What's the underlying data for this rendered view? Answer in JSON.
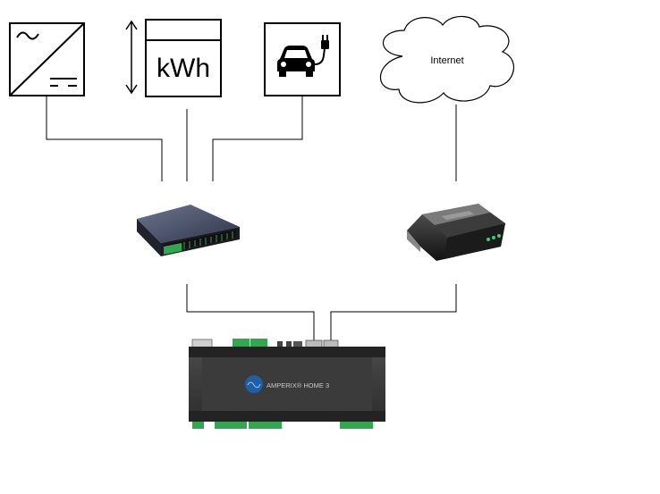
{
  "nodes": {
    "inverter": {
      "icon": "inverter-icon"
    },
    "meter": {
      "label": "kWh",
      "icon": "energy-meter-icon"
    },
    "ev_charger": {
      "icon": "ev-charger-icon"
    },
    "internet": {
      "label": "Internet",
      "icon": "cloud-icon"
    },
    "switch": {
      "icon": "network-switch-icon"
    },
    "router": {
      "icon": "router-icon"
    },
    "controller": {
      "label": "AMPERIX® HOME 3",
      "icon": "controller-icon"
    }
  },
  "edges": [
    {
      "from": "inverter",
      "to": "switch"
    },
    {
      "from": "meter",
      "to": "switch"
    },
    {
      "from": "ev_charger",
      "to": "switch"
    },
    {
      "from": "internet",
      "to": "router"
    },
    {
      "from": "switch",
      "to": "controller"
    },
    {
      "from": "router",
      "to": "controller"
    }
  ],
  "colors": {
    "line": "#000000",
    "terminal_green": "#2fa84f",
    "device_body": "#3a3a3a",
    "logo_blue": "#1e5fa8"
  }
}
